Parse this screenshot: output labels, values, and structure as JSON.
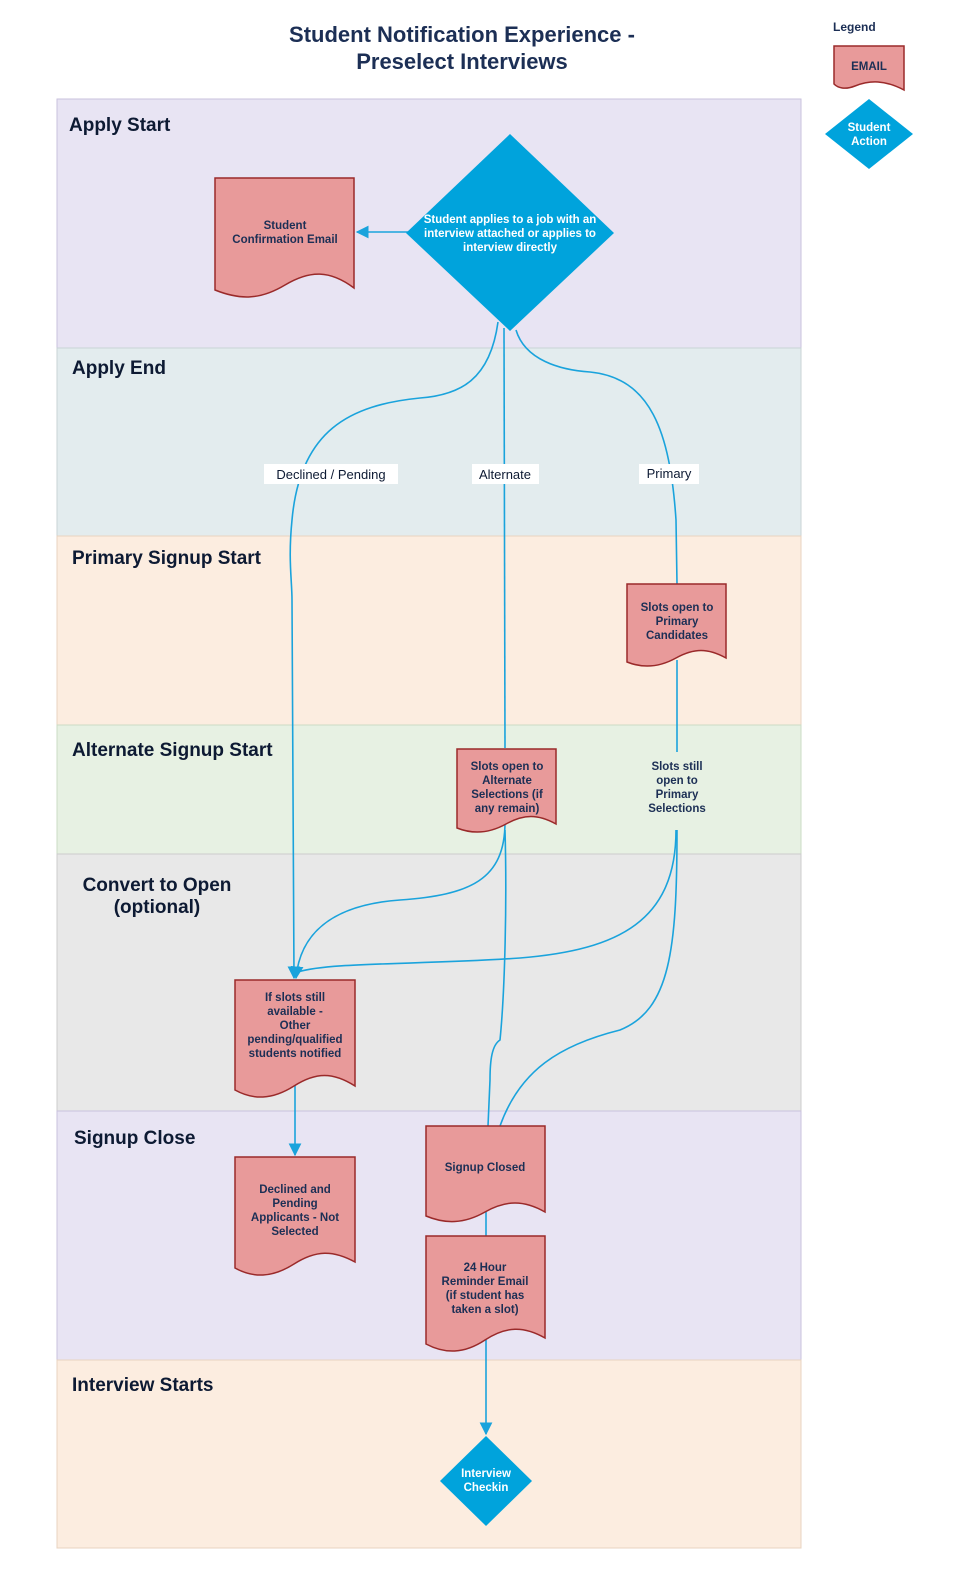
{
  "title": {
    "line1": "Student Notification Experience -",
    "line2": "Preselect Interviews"
  },
  "legend": {
    "title": "Legend",
    "email_label": "EMAIL",
    "action_label_line1": "Student",
    "action_label_line2": "Action"
  },
  "colors": {
    "doc_fill": "#e89a9a",
    "doc_stroke": "#9a2a2a",
    "diamond_fill": "#00a3dc",
    "edge": "#1aa3dc"
  },
  "lanes": [
    {
      "label": "Apply Start",
      "color": "#e8e4f3"
    },
    {
      "label": "Apply End",
      "color": "#e3ecee"
    },
    {
      "label": "Primary Signup Start",
      "color": "#fcede0"
    },
    {
      "label": "Alternate Signup Start",
      "color": "#e7f1e3"
    },
    {
      "label_line1": "Convert to Open",
      "label_line2": "(optional)",
      "color": "#e8e8e8"
    },
    {
      "label": "Signup Close",
      "color": "#e8e4f3"
    },
    {
      "label": "Interview Starts",
      "color": "#fcede0"
    }
  ],
  "nodes": {
    "confirmation": {
      "line1": "Student",
      "line2": "Confirmation Email"
    },
    "apply_action": {
      "line1": "Student applies to a job with an",
      "line2": "interview attached or applies to",
      "line3": "interview directly"
    },
    "slots_primary": {
      "line1": "Slots open to",
      "line2": "Primary",
      "line3": "Candidates"
    },
    "slots_alternate": {
      "line1": "Slots open to",
      "line2": "Alternate",
      "line3": "Selections (if",
      "line4": "any remain)"
    },
    "slots_still_open": {
      "line1": "Slots still",
      "line2": "open to",
      "line3": "Primary",
      "line4": "Selections"
    },
    "slots_available": {
      "line1": "If slots still",
      "line2": "available -",
      "line3": "Other",
      "line4": "pending/qualified",
      "line5": "students notified"
    },
    "declined_pending": {
      "line1": "Declined and",
      "line2": "Pending",
      "line3": "Applicants - Not",
      "line4": "Selected"
    },
    "signup_closed": {
      "line1": "Signup Closed"
    },
    "reminder": {
      "line1": "24 Hour",
      "line2": "Reminder Email",
      "line3": "(if student has",
      "line4": "taken a slot)"
    },
    "checkin": {
      "line1": "Interview",
      "line2": "Checkin"
    }
  },
  "edge_labels": {
    "declined": "Declined / Pending",
    "alternate": "Alternate",
    "primary": "Primary"
  }
}
